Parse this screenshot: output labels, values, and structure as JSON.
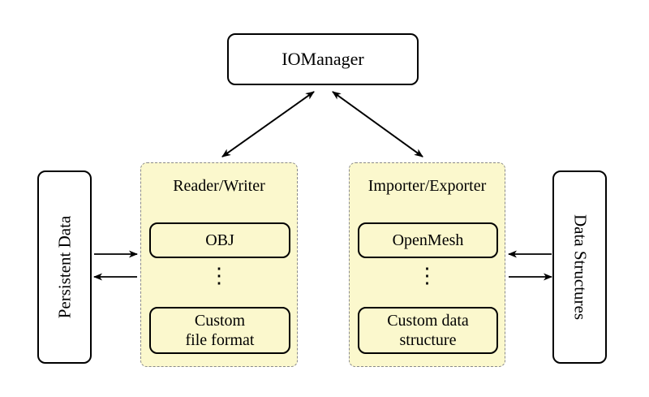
{
  "colors": {
    "background": "#ffffff",
    "group_fill": "#FBF8CD",
    "group_border": "#8a8a8a",
    "box_border": "#000000",
    "arrow": "#000000"
  },
  "io_manager": {
    "label": "IOManager"
  },
  "left_panel": {
    "label": "Persistent Data"
  },
  "right_panel": {
    "label": "Data Structures"
  },
  "reader_writer": {
    "title": "Reader/Writer",
    "item1": "OBJ",
    "dots": "⋮",
    "item2_line1": "Custom",
    "item2_line2": "file format"
  },
  "importer_exporter": {
    "title": "Importer/Exporter",
    "item1": "OpenMesh",
    "dots": "⋮",
    "item2_line1": "Custom data",
    "item2_line2": "structure"
  }
}
